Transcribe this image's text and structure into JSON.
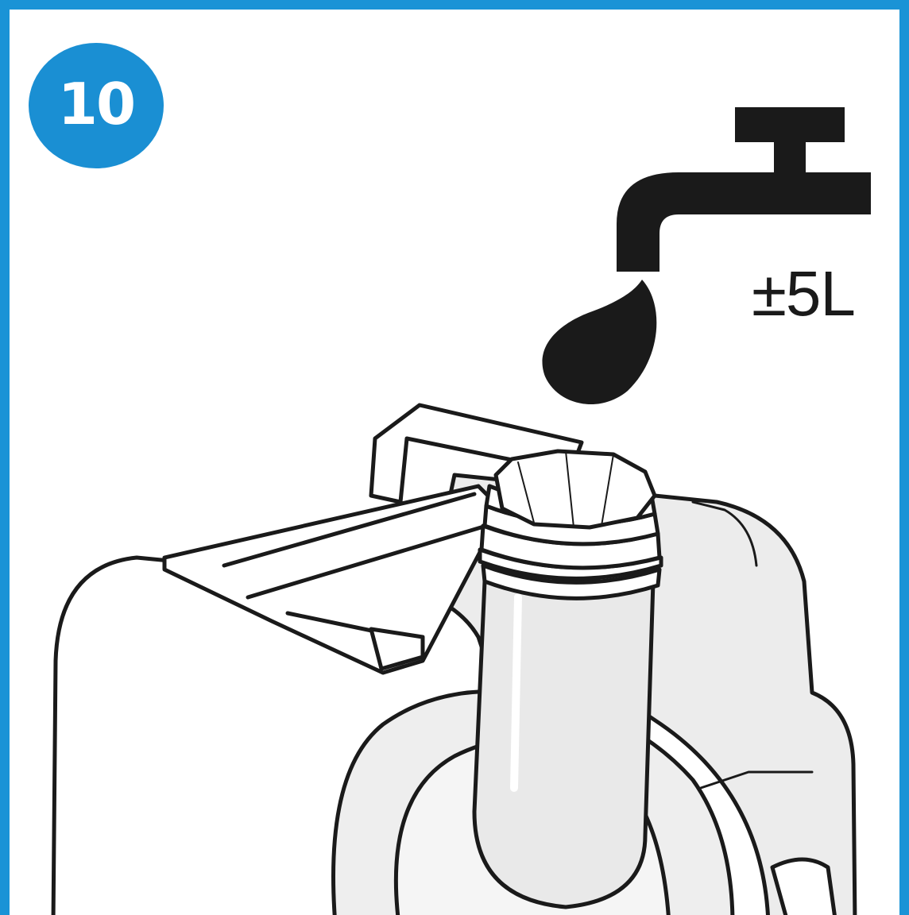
{
  "step": {
    "number": "10"
  },
  "volume": {
    "label": "±5L"
  },
  "icons": {
    "tap": "water-tap-icon",
    "drop": "water-drop-icon",
    "tank": "water-tank-illustration"
  },
  "colors": {
    "frame": "#1a93d6",
    "badge": "#1a8fd3",
    "ink": "#1a1a1a",
    "tank_shade": "#e6e6e6"
  }
}
